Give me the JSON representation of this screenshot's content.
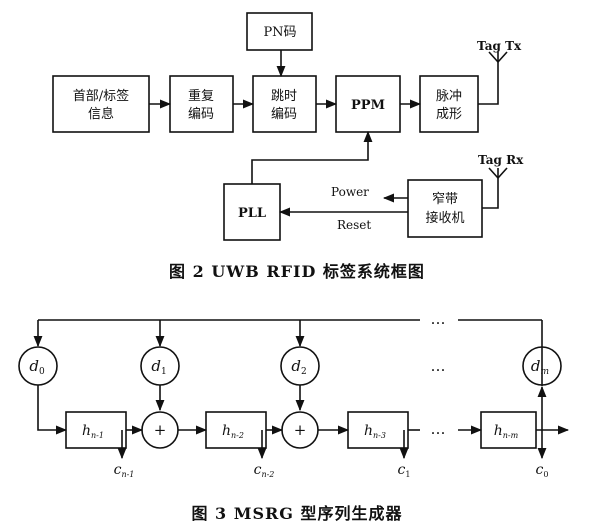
{
  "fig2": {
    "caption": "图 2   UWB RFID 标签系统框图",
    "pn_code": "PN码",
    "header_tag": [
      "首部/标签",
      "信息"
    ],
    "repeat_coding": [
      "重复",
      "编码"
    ],
    "time_hop_coding": [
      "跳时",
      "编码"
    ],
    "ppm": "PPM",
    "pulse_shaping": [
      "脉冲",
      "成形"
    ],
    "tag_tx": "Tag Tx",
    "tag_rx": "Tag Rx",
    "pll": "PLL",
    "power": "Power",
    "reset": "Reset",
    "narrowband_receiver": [
      "窄带",
      "接收机"
    ]
  },
  "fig3": {
    "caption": "图 3   MSRG 型序列生成器",
    "dots": "…",
    "plus": "+",
    "d0": {
      "base": "d",
      "sub": "0"
    },
    "d1": {
      "base": "d",
      "sub": "1"
    },
    "d2": {
      "base": "d",
      "sub": "2"
    },
    "dm": {
      "base": "d",
      "sub": "m"
    },
    "h1": {
      "base": "h",
      "sub": "n-1"
    },
    "h2": {
      "base": "h",
      "sub": "n-2"
    },
    "h3": {
      "base": "h",
      "sub": "n-3"
    },
    "hm": {
      "base": "h",
      "sub": "n-m"
    },
    "c1": {
      "base": "c",
      "sub": "n-1"
    },
    "c2": {
      "base": "c",
      "sub": "n-2"
    },
    "c3": {
      "base": "c",
      "sub": "1"
    },
    "c0": {
      "base": "c",
      "sub": "0"
    }
  }
}
